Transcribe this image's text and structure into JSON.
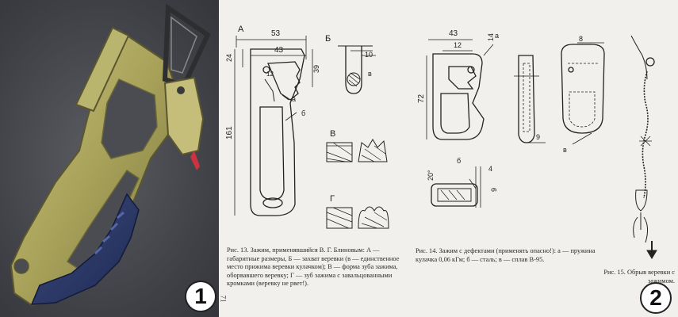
{
  "badges": {
    "left": "1",
    "right": "2"
  },
  "figure13": {
    "labels": {
      "A": "А",
      "B": "Б",
      "V": "В",
      "G": "Г",
      "a": "а",
      "b": "б",
      "v": "в"
    },
    "dims": {
      "w53": "53",
      "w43": "43",
      "h24": "24",
      "h39": "39",
      "h161": "161",
      "h12": "12",
      "w10": "10"
    },
    "caption": "Рис. 13. Зажим, применявшийся В. Г. Блиновым: А — габаритные размеры, Б — захват веревки (в — единственное место прижима веревки кулачком); В — форма зуба зажима, оборвавшего веревку; Г — зуб зажима с завальцованными кромками (веревку не рвет!)."
  },
  "figure14": {
    "labels": {
      "a": "а",
      "b": "б",
      "v": "в"
    },
    "dims": {
      "w43": "43",
      "w12": "12",
      "h72": "72",
      "w14": "14",
      "w8": "8",
      "w9": "9",
      "d20": "20°",
      "w4": "4",
      "h9": "9"
    },
    "caption": "Рис. 14. Зажим с дефектами (применять опасно!): а — пружина кулачка 0,06 кГм; б — сталь; в — сплав В-95."
  },
  "figure15": {
    "caption": "Рис. 15. Обрыв веревки с зажимом."
  },
  "page_number_side": "71"
}
